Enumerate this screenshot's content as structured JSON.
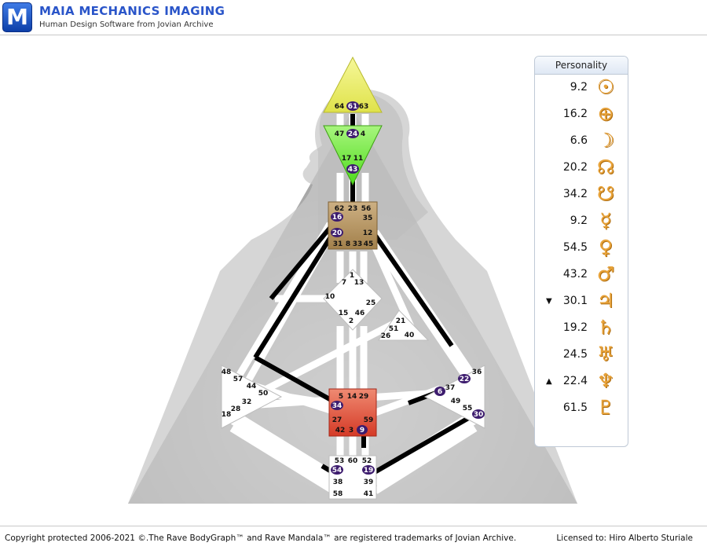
{
  "header": {
    "logo_letter": "M",
    "title": "MAIA MECHANICS IMAGING",
    "subtitle": "Human Design Software from Jovian Archive"
  },
  "panel": {
    "title": "Personality",
    "rows": [
      {
        "value": "9.2",
        "arrow": "",
        "icon": "sun-icon",
        "glyph": "☉"
      },
      {
        "value": "16.2",
        "arrow": "",
        "icon": "earth-icon",
        "glyph": "⊕"
      },
      {
        "value": "6.6",
        "arrow": "",
        "icon": "moon-icon",
        "glyph": "☽"
      },
      {
        "value": "20.2",
        "arrow": "",
        "icon": "north-node-icon",
        "glyph": "☊"
      },
      {
        "value": "34.2",
        "arrow": "",
        "icon": "south-node-icon",
        "glyph": "☋"
      },
      {
        "value": "9.2",
        "arrow": "",
        "icon": "mercury-icon",
        "glyph": "☿"
      },
      {
        "value": "54.5",
        "arrow": "",
        "icon": "venus-icon",
        "glyph": "♀"
      },
      {
        "value": "43.2",
        "arrow": "",
        "icon": "mars-icon",
        "glyph": "♂"
      },
      {
        "value": "30.1",
        "arrow": "▼",
        "icon": "jupiter-icon",
        "glyph": "♃"
      },
      {
        "value": "19.2",
        "arrow": "",
        "icon": "saturn-icon",
        "glyph": "♄"
      },
      {
        "value": "24.5",
        "arrow": "",
        "icon": "uranus-icon",
        "glyph": "♅"
      },
      {
        "value": "22.4",
        "arrow": "▲",
        "icon": "neptune-icon",
        "glyph": "♆"
      },
      {
        "value": "61.5",
        "arrow": "",
        "icon": "pluto-icon",
        "glyph": "♇"
      }
    ]
  },
  "bodygraph": {
    "colors": {
      "head": "#eef06a",
      "ajna": "#8ef25a",
      "throat": "#b8955e",
      "sacral": "#e0523e",
      "white": "#ffffff",
      "badge": "#3d1c6e",
      "channel_defined": "#000000"
    },
    "gates": {
      "g64": "64",
      "g61": "61",
      "g63": "63",
      "g47": "47",
      "g24": "24",
      "g4": "4",
      "g17": "17",
      "g11": "11",
      "g43": "43",
      "g62": "62",
      "g23": "23",
      "g56": "56",
      "g16": "16",
      "g35": "35",
      "g20": "20",
      "g12": "12",
      "g31": "31",
      "g8": "8",
      "g33": "33",
      "g45": "45",
      "g1": "1",
      "g7": "7",
      "g13": "13",
      "g10": "10",
      "g25": "25",
      "g15": "15",
      "g46": "46",
      "g2": "2",
      "g21": "21",
      "g51": "51",
      "g26": "26",
      "g40": "40",
      "g48": "48",
      "g57": "57",
      "g44": "44",
      "g50": "50",
      "g32": "32",
      "g28": "28",
      "g18": "18",
      "g36": "36",
      "g22": "22",
      "g37": "37",
      "g6": "6",
      "g49": "49",
      "g55": "55",
      "g30": "30",
      "g5": "5",
      "g14": "14",
      "g29": "29",
      "g34": "34",
      "g27": "27",
      "g59": "59",
      "g42": "42",
      "g3": "3",
      "g9": "9",
      "g53": "53",
      "g60": "60",
      "g52": "52",
      "g54": "54",
      "g19": "19",
      "g38": "38",
      "g39": "39",
      "g58": "58",
      "g41": "41"
    }
  },
  "footer": {
    "copyright": "Copyright protected 2006-2021 ©.The Rave BodyGraph™ and Rave Mandala™ are registered trademarks of Jovian Archive.",
    "licensed": "Licensed to: Hiro Alberto Sturiale"
  }
}
